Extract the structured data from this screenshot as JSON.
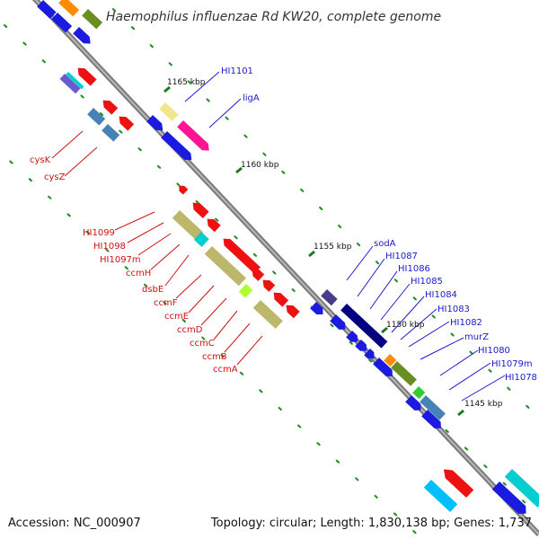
{
  "title": "Haemophilus influenzae Rd KW20, complete genome",
  "footer": {
    "accession": "Accession: NC_000907",
    "summary": "Topology: circular; Length: 1,830,138 bp; Genes: 1,737"
  },
  "ticks": [
    "1165 kbp",
    "1160 kbp",
    "1155 kbp",
    "1150 kbp",
    "1145 kbp"
  ],
  "genes_forward": [
    "HI1101",
    "ligA",
    "sodA",
    "HI1087",
    "HI1086",
    "HI1085",
    "HI1084",
    "HI1083",
    "HI1082",
    "murZ",
    "HI1080",
    "HI1079m",
    "HI1078"
  ],
  "genes_reverse": [
    "cysK",
    "cysZ",
    "HI1099",
    "HI1098",
    "HI1097m",
    "ccmH",
    "dsbE",
    "ccmF",
    "ccmE",
    "ccmD",
    "ccmC",
    "ccmB",
    "ccmA"
  ],
  "colors": {
    "forward_label": "#1a1acc",
    "reverse_label": "#cc1111",
    "backbone": "#777777",
    "tick": "#1e7a1e"
  }
}
